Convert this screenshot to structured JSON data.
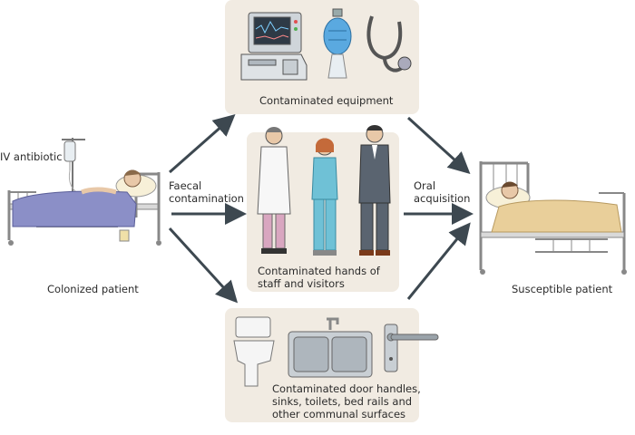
{
  "labels": {
    "iv_antibiotic": "IV antibiotic",
    "colonized_patient": "Colonized patient",
    "susceptible_patient": "Susceptible patient",
    "faecal_line1": "Faecal",
    "faecal_line2": "contamination",
    "oral_line1": "Oral",
    "oral_line2": "acquisition",
    "equipment": "Contaminated equipment",
    "hands_line1": "Contaminated hands of",
    "hands_line2": "staff and visitors",
    "surfaces_line1": "Contaminated door handles,",
    "surfaces_line2": "sinks, toilets, bed rails and",
    "surfaces_line3": "other communal surfaces"
  },
  "colors": {
    "panel": "#f1ebe2",
    "arrow": "#3d4850",
    "colonized_blanket": "#8b8fc7",
    "susceptible_blanket": "#e9cf9a",
    "scrubs": "#6fc1d6",
    "suit": "#5a6470"
  }
}
